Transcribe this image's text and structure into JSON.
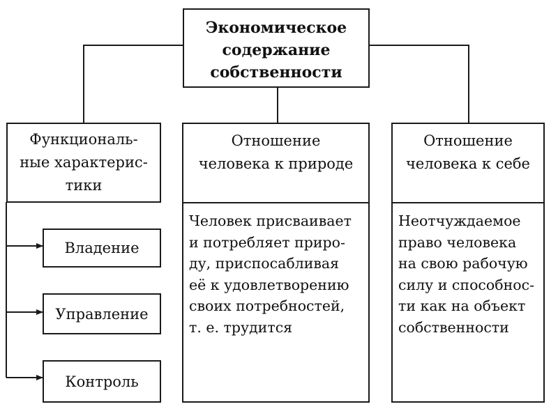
{
  "root": {
    "title": "Экономическое\nсодержание\nсобственности"
  },
  "columns": [
    {
      "title": "Функциональ-\nные характерис-\nтики"
    },
    {
      "title": "Отношение\nчеловека к природе",
      "body": "Человек присваивает\nи потребляет приро-\nду, приспосабливая\nеё к удовлетворению\nсвоих потребностей,\nт. е. трудится"
    },
    {
      "title": "Отношение\nчеловека к себе",
      "body": "Неотчуждаемое\nправо человека\nна свою рабочую\nсилу и способнос-\nти как на объект\nсобственности"
    }
  ],
  "functions": [
    {
      "label": "Владение"
    },
    {
      "label": "Управление"
    },
    {
      "label": "Контроль"
    }
  ]
}
